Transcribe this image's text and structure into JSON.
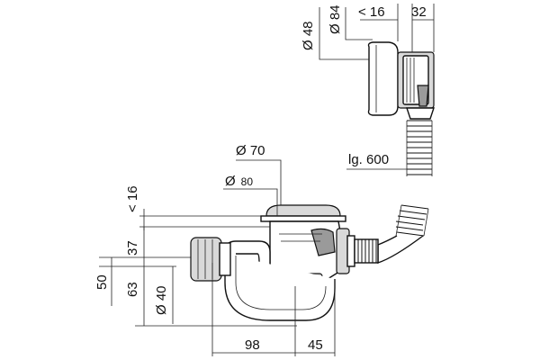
{
  "dimensions": {
    "overflow_cap_diameter": "Ø 84",
    "overflow_pipe_diameter": "Ø 48",
    "overflow_cap_depth": "< 16",
    "overflow_body_length": "32",
    "flexible_hose_length": "lg. 600",
    "drain_cap_diameter": "Ø 70",
    "drain_flange_diameter_symbol": "Ø",
    "drain_flange_diameter_value": "80",
    "drain_cap_height": "< 16",
    "drain_body_height": "37",
    "outlet_height_50": "50",
    "outlet_height_63": "63",
    "outlet_diameter": "Ø 40",
    "trap_width": "98",
    "drain_offset": "45"
  },
  "colors": {
    "line": "#111111",
    "shade_light": "#d9d9d9",
    "shade_dark": "#9a9a9a"
  }
}
